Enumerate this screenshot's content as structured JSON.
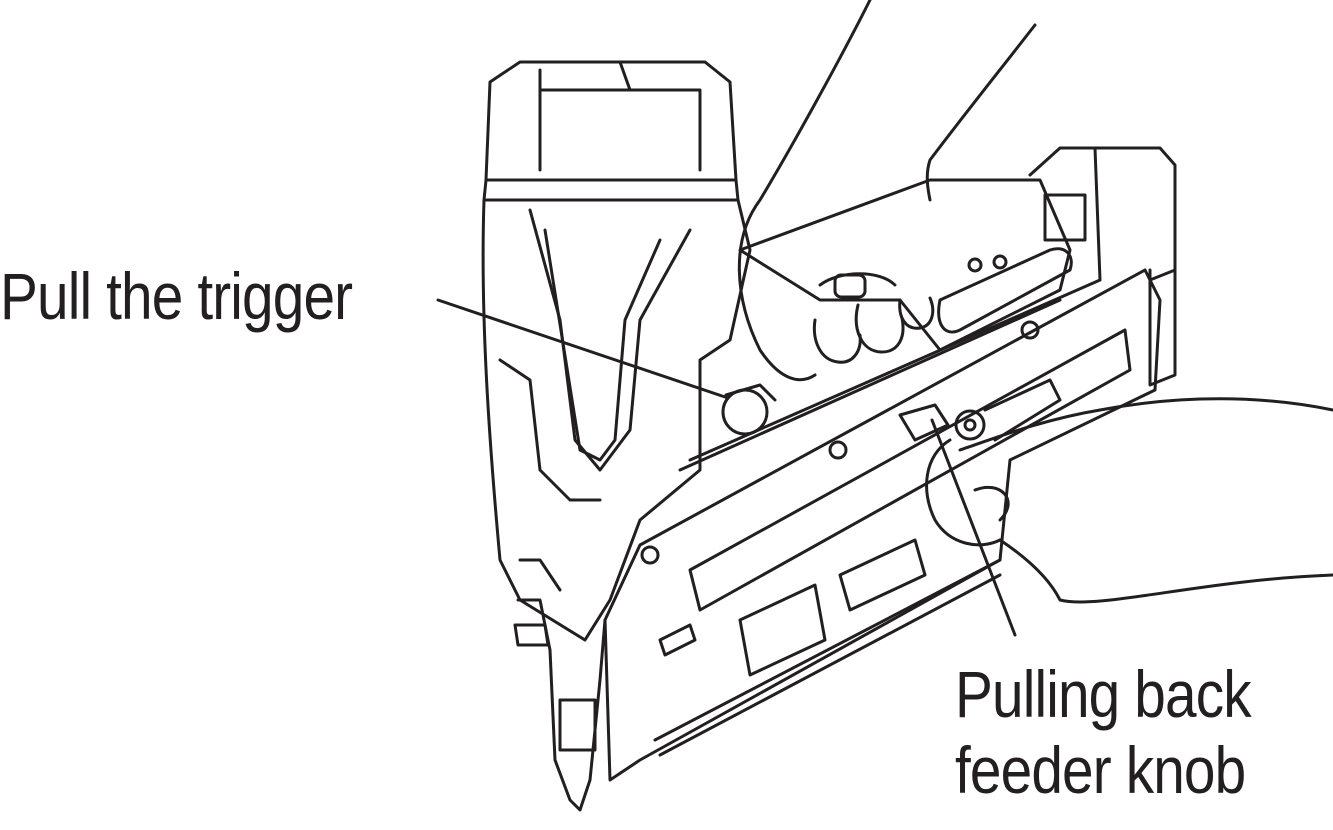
{
  "callouts": {
    "trigger": "Pull the trigger",
    "feeder_line1": "Pulling back",
    "feeder_line2": "feeder knob"
  },
  "colors": {
    "ink": "#231f20",
    "background": "#ffffff"
  }
}
